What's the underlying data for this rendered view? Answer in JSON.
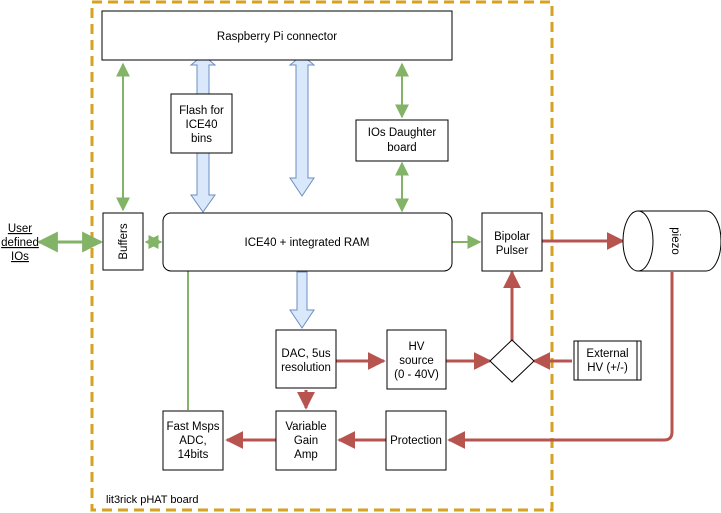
{
  "board": {
    "label": "lit3rick pHAT board"
  },
  "colors": {
    "frame": "#D6A21F",
    "green": "#82B366",
    "blue_fill": "#DAE8FC",
    "blue_stroke": "#6C8EBF",
    "red": "#B85450"
  },
  "blocks": {
    "rpi": "Raspberry Pi connector",
    "flash": [
      "Flash for",
      "ICE40",
      "bins"
    ],
    "ios_daughter": [
      "IOs Daughter",
      "board"
    ],
    "buffers": "Buffers",
    "ice40": "ICE40 + integrated RAM",
    "bipolar": [
      "Bipolar",
      "Pulser"
    ],
    "piezo": "piezo",
    "dac": [
      "DAC, 5us",
      "resolution"
    ],
    "hv_source": [
      "HV",
      "source",
      "(0 - 40V)"
    ],
    "external_hv": [
      "External",
      "HV (+/-)"
    ],
    "adc": [
      "Fast Msps",
      "ADC,",
      "14bits"
    ],
    "vga": [
      "Variable",
      "Gain",
      "Amp"
    ],
    "protection": "Protection"
  },
  "external": {
    "user_ios": [
      "User",
      "defined",
      "IOs"
    ]
  }
}
